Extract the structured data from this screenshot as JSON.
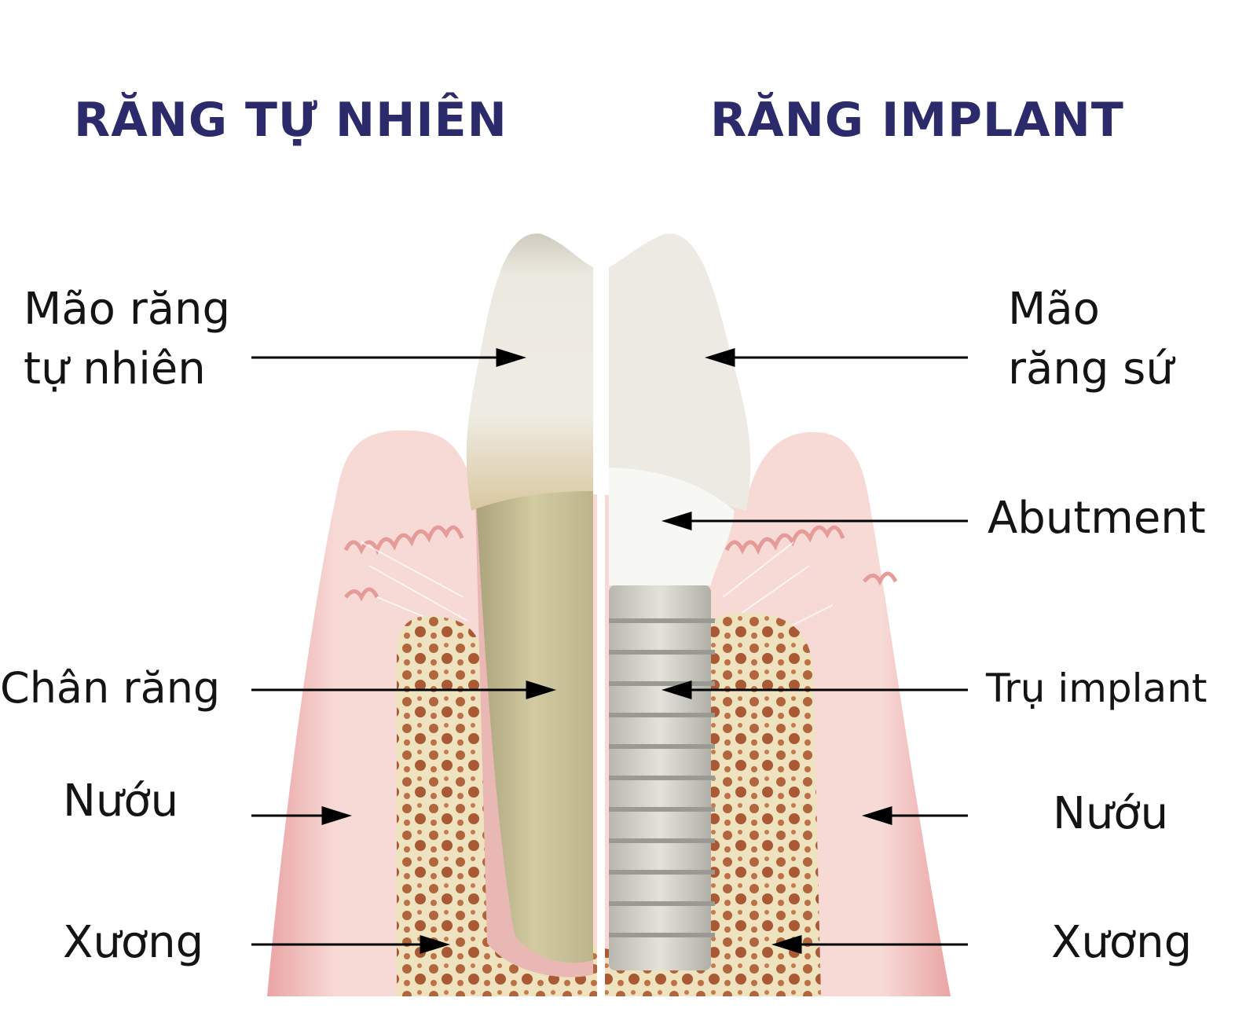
{
  "colors": {
    "title": "#2b2a6a",
    "label": "#141414",
    "gum": "#f2c3c0",
    "bone": "#ede2bf",
    "crown": "#ede9de",
    "root": "#c6bd8f",
    "implant": "#cfcfc8"
  },
  "titles": {
    "natural": "RĂNG TỰ NHIÊN",
    "implant": "RĂNG IMPLANT"
  },
  "labels": {
    "natural_crown": [
      "Mão răng",
      "tự nhiên"
    ],
    "natural_root": "Chân răng",
    "natural_gum": "Nướu",
    "natural_bone": "Xương",
    "implant_crown": [
      "Mão",
      "răng sứ"
    ],
    "abutment": "Abutment",
    "implant_post": "Trụ implant",
    "implant_gum": "Nướu",
    "implant_bone": "Xương"
  }
}
